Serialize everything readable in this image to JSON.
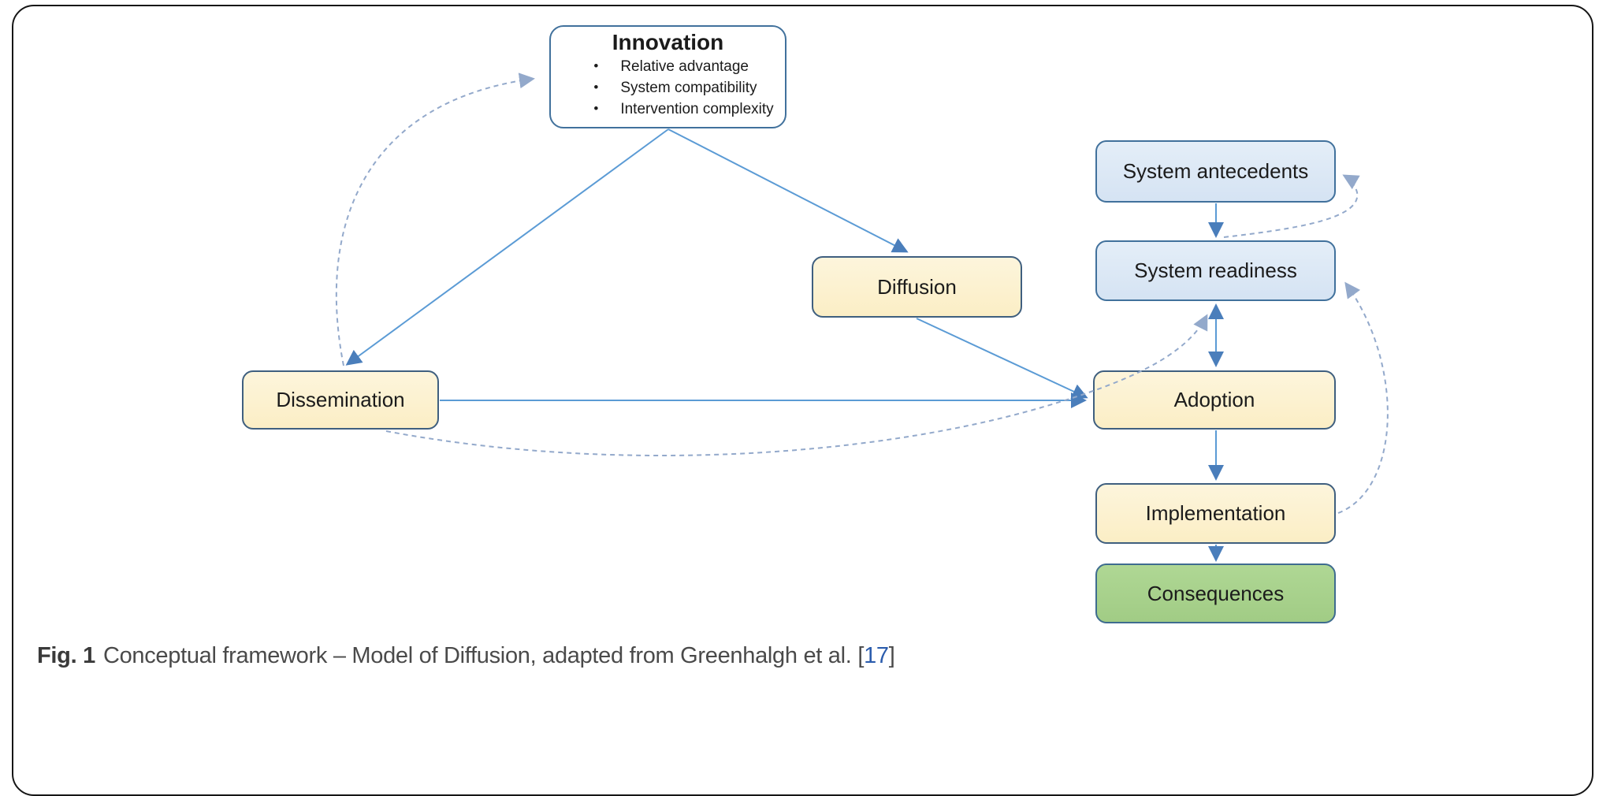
{
  "figure": {
    "caption": {
      "label": "Fig. 1",
      "text": "Conceptual framework – Model of Diffusion, adapted from Greenhalgh et al.",
      "citation_open": "[",
      "citation_number": "17",
      "citation_close": "]"
    }
  },
  "diagram": {
    "nodes": [
      {
        "id": "innovation",
        "label": "Innovation",
        "bullets": [
          "Relative advantage",
          "System compatibility",
          "Intervention complexity"
        ],
        "fill": "#FFFFFF",
        "border": "#41719C"
      },
      {
        "id": "diffusion",
        "label": "Diffusion",
        "fill": "#FCF2D0",
        "border": "#3F5F7F"
      },
      {
        "id": "dissemination",
        "label": "Dissemination",
        "fill": "#FCF2D0",
        "border": "#3F5F7F"
      },
      {
        "id": "system-antecedents",
        "label": "System antecedents",
        "fill": "#DCE9F5",
        "border": "#41719C"
      },
      {
        "id": "system-readiness",
        "label": "System readiness",
        "fill": "#DCE9F5",
        "border": "#41719C"
      },
      {
        "id": "adoption",
        "label": "Adoption",
        "fill": "#FCF2D0",
        "border": "#3F5F7F"
      },
      {
        "id": "implementation",
        "label": "Implementation",
        "fill": "#FCF2D0",
        "border": "#3F5F7F"
      },
      {
        "id": "consequences",
        "label": "Consequences",
        "fill": "#A9D18E",
        "border": "#3E6C8F"
      }
    ],
    "edges": [
      {
        "from": "innovation",
        "to": "dissemination",
        "style": "solid"
      },
      {
        "from": "innovation",
        "to": "diffusion",
        "style": "solid"
      },
      {
        "from": "diffusion",
        "to": "adoption",
        "style": "solid"
      },
      {
        "from": "dissemination",
        "to": "adoption",
        "style": "solid"
      },
      {
        "from": "system-antecedents",
        "to": "system-readiness",
        "style": "solid"
      },
      {
        "from": "system-readiness",
        "to": "adoption",
        "style": "solid-double-headed"
      },
      {
        "from": "adoption",
        "to": "implementation",
        "style": "solid"
      },
      {
        "from": "implementation",
        "to": "consequences",
        "style": "solid"
      },
      {
        "from": "dissemination",
        "to": "innovation",
        "style": "dashed"
      },
      {
        "from": "dissemination",
        "to": "system-readiness",
        "style": "dashed"
      },
      {
        "from": "system-readiness",
        "to": "system-antecedents",
        "style": "dashed"
      },
      {
        "from": "implementation",
        "to": "system-readiness",
        "style": "dashed"
      }
    ],
    "palette": {
      "solid_arrow": "#5B9BD5",
      "dashed_arrow": "#93A9CB",
      "frame_border": "#161616",
      "node_text": "#1B1B1B",
      "caption_text": "#4A4A4A",
      "citation_link": "#2B5CAD"
    }
  }
}
